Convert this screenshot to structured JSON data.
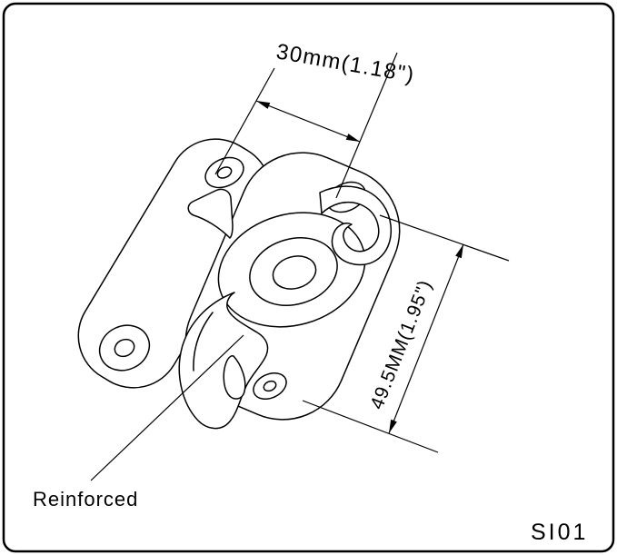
{
  "page": {
    "background_color": "#ffffff",
    "line_color": "#000000",
    "border_color": "#000000"
  },
  "labels": {
    "dim_width": "30mm(1.18\")",
    "dim_height": "49.5MM(1.95\")",
    "reinforced": "Reinforced",
    "part_code": "SI01"
  }
}
